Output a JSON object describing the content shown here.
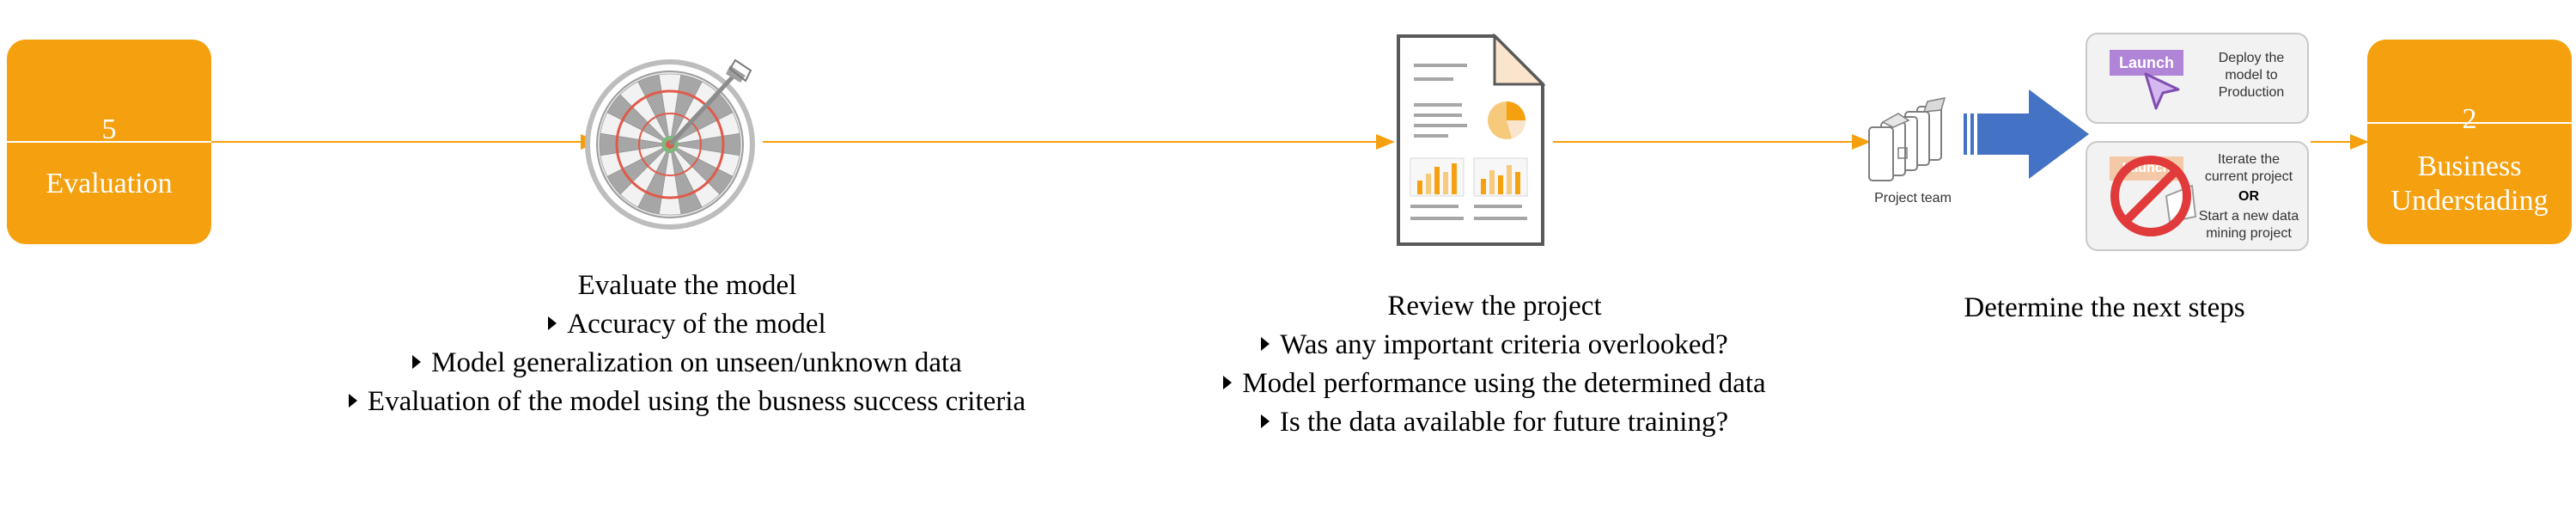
{
  "colors": {
    "accent": "#F5A00F",
    "arrow_blue": "#4472C4",
    "launch_purple": "#B084D6",
    "no_red": "#E03A3A"
  },
  "start_box": {
    "number": "5",
    "label": "Evaluation"
  },
  "end_box": {
    "number": "2",
    "label_line1": "Business",
    "label_line2": "Understading"
  },
  "evaluate": {
    "title": "Evaluate the model",
    "bullets": [
      "Accuracy of the model",
      "Model generalization on unseen/unknown data",
      "Evaluation of the model using the busness success criteria"
    ]
  },
  "review": {
    "title": "Review the project",
    "bullets": [
      "Was any important criteria overlooked?",
      "Model performance using the determined data",
      "Is the data available for future training?"
    ]
  },
  "next_steps": {
    "title": "Determine the next steps",
    "team_label": "Project team",
    "launch_button": "Launch",
    "deploy_line1": "Deploy the",
    "deploy_line2": "model to",
    "deploy_line3": "Production",
    "iterate_line1": "Iterate the",
    "iterate_line2": "current project",
    "or_label": "OR",
    "start_line1": "Start a new data",
    "start_line2": "mining project",
    "faded_launch": "Launch"
  },
  "icons": [
    "dartboard-icon",
    "report-document-icon",
    "project-team-icon",
    "right-arrow-icon",
    "launch-cursor-icon",
    "no-entry-icon"
  ]
}
